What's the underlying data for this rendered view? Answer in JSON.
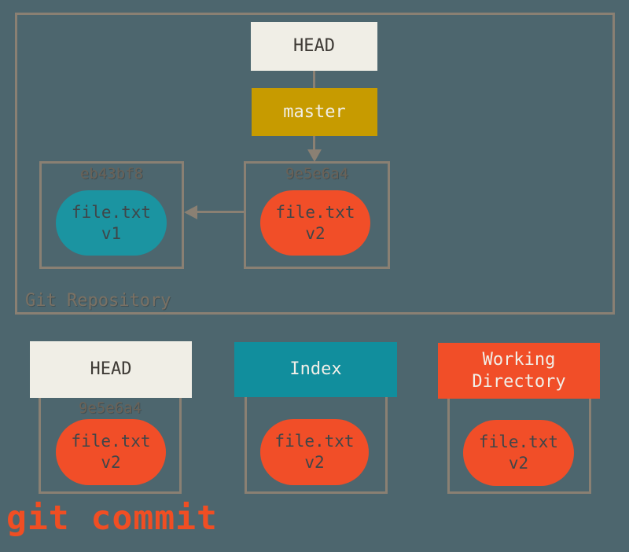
{
  "background": "#4D666E",
  "colors": {
    "border_and_arrows": "#8A8073",
    "offwhite_box": "#F0EEE6",
    "gold_branch": "#C79B00",
    "teal_header": "#118E9D",
    "teal_blob": "#1B94A1",
    "red_orange": "#F14E28",
    "dark_text": "#3E3A35",
    "light_text": "#F1EFE8",
    "sha_text": "#6B6257",
    "blob_text": "#3F4649",
    "repo_label_text": "#7A7164",
    "command_text": "#F04E23"
  },
  "repository": {
    "label": "Git Repository",
    "head": {
      "label": "HEAD"
    },
    "branch": {
      "label": "master"
    },
    "commits": [
      {
        "sha": "eb43bf8",
        "file": "file.txt",
        "version": "v1"
      },
      {
        "sha": "9e5e6a4",
        "file": "file.txt",
        "version": "v2"
      }
    ]
  },
  "columns": [
    {
      "title": "HEAD",
      "sha": "9e5e6a4",
      "file": "file.txt",
      "version": "v2"
    },
    {
      "title": "Index",
      "file": "file.txt",
      "version": "v2"
    },
    {
      "title": "Working Directory",
      "file": "file.txt",
      "version": "v2"
    }
  ],
  "command": "git commit"
}
